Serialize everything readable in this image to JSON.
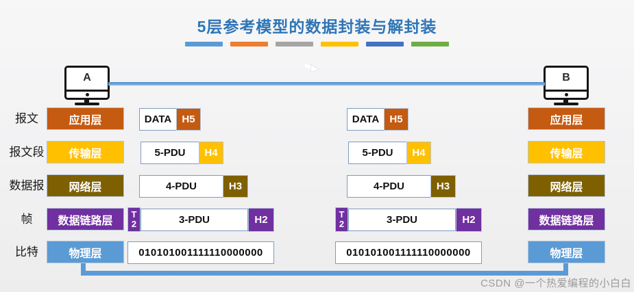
{
  "title": "5层参考模型的数据封装与解封装",
  "accent_dashes": [
    "#5B9BD5",
    "#ED7D31",
    "#A5A5A5",
    "#FFC000",
    "#4472C4",
    "#70AD47"
  ],
  "hosts": {
    "left": "A",
    "right": "B"
  },
  "unit_labels": [
    "报文",
    "报文段",
    "数据报",
    "帧",
    "比特"
  ],
  "layers": [
    {
      "name": "应用层",
      "color": "#C55A11"
    },
    {
      "name": "传输层",
      "color": "#FFC000"
    },
    {
      "name": "网络层",
      "color": "#7F6000"
    },
    {
      "name": "数据链路层",
      "color": "#7030A0"
    },
    {
      "name": "物理层",
      "color": "#5B9BD5"
    }
  ],
  "pdus": {
    "application": {
      "payload": "DATA",
      "header": "H5"
    },
    "transport": {
      "payload": "5-PDU",
      "header": "H4"
    },
    "network": {
      "payload": "4-PDU",
      "header": "H3"
    },
    "datalink": {
      "payload": "3-PDU",
      "header": "H2",
      "trailer": [
        "T",
        "2"
      ]
    },
    "physical": {
      "bits": "010101001111110000000"
    }
  },
  "link_color": "#5B9BD5",
  "watermark": "CSDN @一个热爱编程的小白白"
}
